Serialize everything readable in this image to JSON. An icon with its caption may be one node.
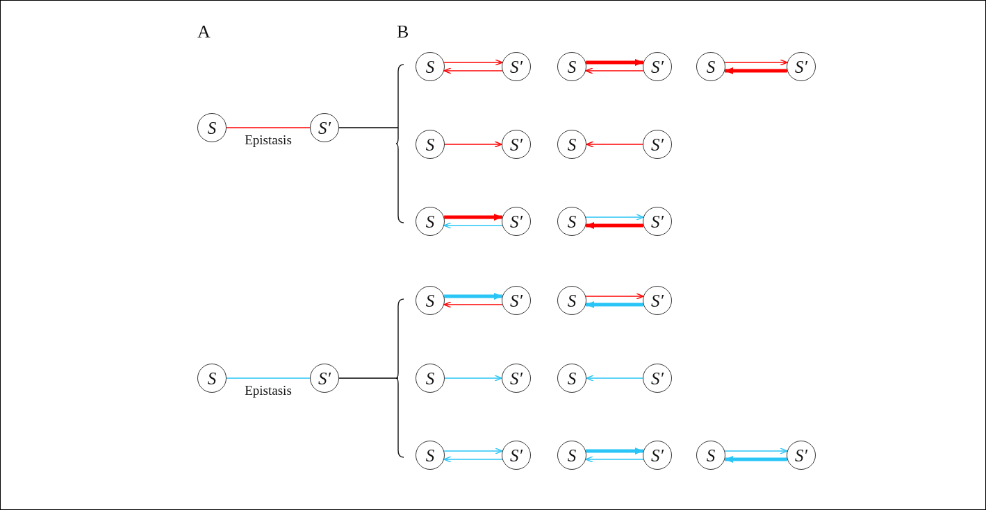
{
  "diagram": {
    "nodes": [
      {
        "text": [
          "S"
        ]
      },
      {
        "text": [
          "S′"
        ]
      },
      {
        "text": [
          "S"
        ]
      },
      {
        "text": [
          "S′"
        ]
      },
      {
        "text": [
          "S"
        ]
      },
      {
        "text": [
          "S′"
        ]
      },
      {
        "text": [
          "S"
        ]
      },
      {
        "text": [
          "S′"
        ]
      },
      {
        "text": [
          "S"
        ]
      },
      {
        "text": [
          "S′"
        ]
      },
      {
        "text": [
          "S"
        ]
      },
      {
        "text": [
          "S′"
        ]
      },
      {
        "text": [
          "S"
        ]
      },
      {
        "text": [
          "S′"
        ]
      },
      {
        "text": [
          "S"
        ]
      },
      {
        "text": [
          "S′"
        ]
      },
      {
        "text": [
          "S"
        ]
      },
      {
        "text": [
          "S′"
        ]
      },
      {
        "text": [
          "S"
        ]
      },
      {
        "text": [
          "S′"
        ]
      },
      {
        "text": [
          "S"
        ]
      },
      {
        "text": [
          "S′"
        ]
      },
      {
        "text": [
          "S"
        ]
      },
      {
        "text": [
          "S′"
        ]
      },
      {
        "text": [
          "S"
        ]
      },
      {
        "text": [
          "S′"
        ]
      },
      {
        "text": [
          "S"
        ]
      },
      {
        "text": [
          "S′"
        ]
      },
      {
        "text": [
          "S"
        ]
      },
      {
        "text": [
          "S′"
        ]
      },
      {
        "text": [
          "S"
        ]
      },
      {
        "text": [
          "S′"
        ]
      }
    ],
    "edges": [
      {
        "from": 0,
        "to": 1,
        "arrow": "none",
        "label": "Epistasis",
        "color": "#ff0000"
      },
      {
        "from": 1,
        "to": null,
        "arrow": "none",
        "color": "#000000"
      },
      {
        "from": 2,
        "to": 3,
        "arrow": "to",
        "color": "#ff0000"
      },
      {
        "from": 3,
        "to": 2,
        "arrow": "to",
        "color": "#ff0000"
      },
      {
        "from": 4,
        "to": 5,
        "arrow": "to",
        "style": "thick",
        "color": "#ff0000"
      },
      {
        "from": 5,
        "to": 4,
        "arrow": "to",
        "color": "#ff0000"
      },
      {
        "from": 6,
        "to": 7,
        "arrow": "to",
        "color": "#ff0000"
      },
      {
        "from": 7,
        "to": 6,
        "arrow": "to",
        "style": "thick",
        "color": "#ff0000"
      },
      {
        "from": 8,
        "to": 9,
        "arrow": "to",
        "color": "#ff0000"
      },
      {
        "from": 11,
        "to": 10,
        "arrow": "to",
        "color": "#ff0000"
      },
      {
        "from": 12,
        "to": 13,
        "arrow": "to",
        "style": "thick",
        "color": "#ff0000"
      },
      {
        "from": 13,
        "to": 12,
        "arrow": "to",
        "color": "#29c5f6"
      },
      {
        "from": 14,
        "to": 15,
        "arrow": "to",
        "color": "#29c5f6"
      },
      {
        "from": 15,
        "to": 14,
        "arrow": "to",
        "style": "thick",
        "color": "#ff0000"
      },
      {
        "from": 16,
        "to": 17,
        "arrow": "none",
        "label": "Epistasis",
        "color": "#29c5f6"
      },
      {
        "from": 17,
        "to": null,
        "arrow": "none",
        "color": "#000000"
      },
      {
        "from": 18,
        "to": 19,
        "arrow": "to",
        "style": "thick",
        "color": "#29c5f6"
      },
      {
        "from": 19,
        "to": 18,
        "arrow": "to",
        "color": "#ff0000"
      },
      {
        "from": 20,
        "to": 21,
        "arrow": "to",
        "color": "#ff0000"
      },
      {
        "from": 21,
        "to": 20,
        "arrow": "to",
        "style": "thick",
        "color": "#29c5f6"
      },
      {
        "from": 22,
        "to": 23,
        "arrow": "to",
        "color": "#29c5f6"
      },
      {
        "from": 25,
        "to": 24,
        "arrow": "to",
        "color": "#29c5f6"
      },
      {
        "from": 26,
        "to": 27,
        "arrow": "to",
        "color": "#29c5f6"
      },
      {
        "from": 27,
        "to": 26,
        "arrow": "to",
        "color": "#29c5f6"
      },
      {
        "from": 28,
        "to": 29,
        "arrow": "to",
        "style": "thick",
        "color": "#29c5f6"
      },
      {
        "from": 29,
        "to": 28,
        "arrow": "to",
        "color": "#29c5f6"
      },
      {
        "from": 30,
        "to": 31,
        "arrow": "to",
        "color": "#29c5f6"
      },
      {
        "from": 31,
        "to": 30,
        "arrow": "to",
        "style": "thick",
        "color": "#29c5f6"
      }
    ],
    "labels": [
      "A",
      "B"
    ]
  }
}
